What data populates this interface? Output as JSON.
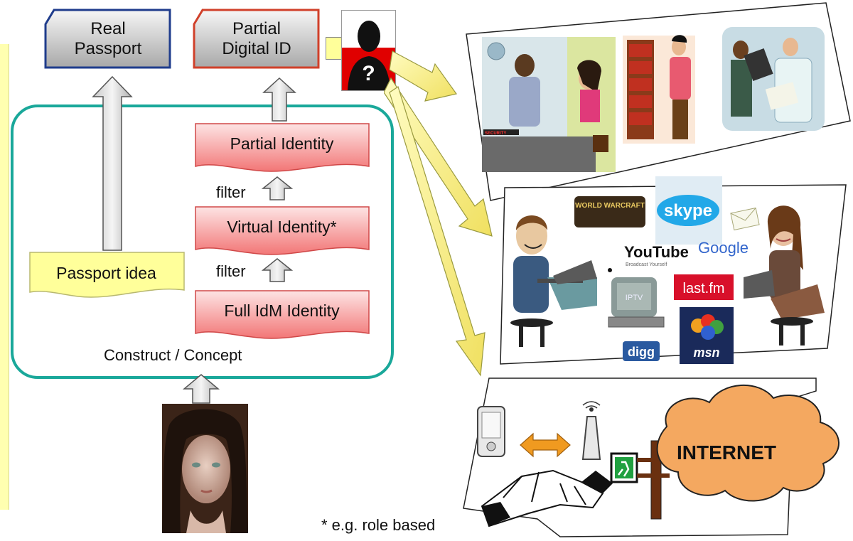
{
  "documents": {
    "real_passport": "Real\nPassport",
    "partial_digital_id": "Partial\nDigital ID"
  },
  "identities": {
    "partial": "Partial Identity",
    "virtual": "Virtual Identity*",
    "full": "Full IdM Identity"
  },
  "filter_label": "filter",
  "passport_idea": "Passport idea",
  "construct_label": "Construct / Concept",
  "footnote": "* e.g. role based",
  "unknown_person_mark": "?",
  "internet_label": "INTERNET",
  "security_label": "SECURITY",
  "logos": {
    "wow": "WORLD WARCRAFT",
    "skype": "skype",
    "youtube": "YouTube",
    "youtube_tag": "Broadcast Yourself",
    "google": "Google",
    "lastfm": "last.fm",
    "iptv": "IPTV",
    "msn": "msn",
    "digg": "digg"
  },
  "colors": {
    "accent_teal": "#1aa89a",
    "passport_border": "#1f3c8c",
    "digital_id_border": "#d0402a",
    "identity_fill": "#f47c7c",
    "note_fill": "#ffff9a",
    "arrow_yellow": "#f2e86c",
    "internet_cloud": "#f4a860"
  }
}
